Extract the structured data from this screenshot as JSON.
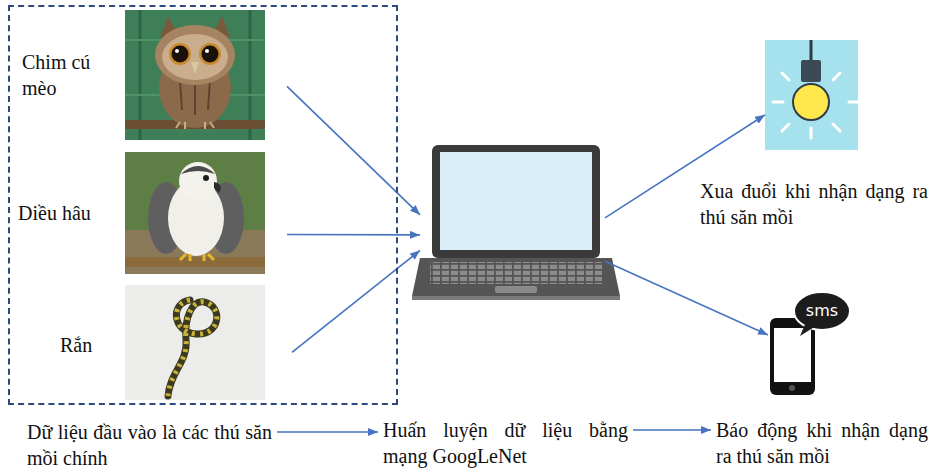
{
  "diagram": {
    "nodes": [
      {
        "text": [
          "Dữ liệu đầu vào là các thú săn mồi chính"
        ]
      },
      {
        "text": [
          "Chim cú mèo"
        ],
        "in": 0
      },
      {
        "text": [
          "Diều hâu"
        ],
        "in": 0
      },
      {
        "text": [
          "Rắn"
        ],
        "in": 0
      },
      {
        "text": [
          "Huấn luyện dữ liệu bằng mạng GoogLeNet"
        ]
      },
      {
        "text": [
          "Xua đuổi khi nhận dạng ra thú săn mồi"
        ]
      },
      {
        "text": [
          "Báo động khi nhận dạng ra thú săn mồi"
        ]
      }
    ],
    "edges": [
      {
        "from": 1,
        "to": 4,
        "arrow": "to"
      },
      {
        "from": 2,
        "to": 4,
        "arrow": "to"
      },
      {
        "from": 3,
        "to": 4,
        "arrow": "to"
      },
      {
        "from": 4,
        "to": 5,
        "arrow": "to"
      },
      {
        "from": 4,
        "to": 6,
        "arrow": "to"
      },
      {
        "from": 0,
        "to": 4,
        "arrow": "to"
      },
      {
        "from": 4,
        "to": 6,
        "arrow": "to"
      }
    ],
    "labels": [
      "sms"
    ]
  }
}
